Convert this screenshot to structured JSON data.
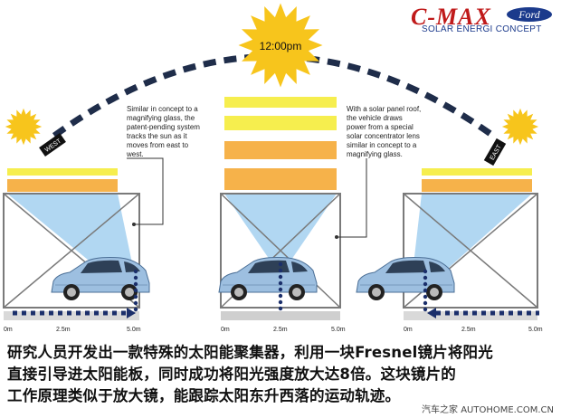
{
  "logo": {
    "title": "C-MAX",
    "brand": "Ford",
    "subtitle": "SOLAR ENERGI CONCEPT"
  },
  "sun_time": "12:00pm",
  "labels": {
    "west": "WEST",
    "east": "EAST"
  },
  "notes": [
    {
      "lines": [
        "Similar in concept to a",
        "magnifying glass, the",
        "patent-pending system",
        "tracks the sun as it",
        "moves from east to",
        "west."
      ]
    },
    {
      "lines": [
        "With a solar panel roof,",
        "the vehicle draws",
        "power from a special",
        "solar concentrator lens",
        "similar in concept to a",
        "magnifying glass."
      ]
    }
  ],
  "axis_ticks": [
    "0m",
    "2.5m",
    "5.0m"
  ],
  "caption_lines": [
    "研究人员开发出一款特殊的太阳能聚集器，利用一块Fresnel镜片将阳光",
    "直接引导进太阳能板，同时成功将阳光强度放大达8倍。这块镜片的",
    "工作原理类似于放大镜，能跟踪太阳东升西落的运动轨迹。"
  ],
  "footer": "汽车之家 AUTOHOME.COM.CN",
  "colors": {
    "arc": "#1f2d4a",
    "yellow": "#f6ee4e",
    "orange": "#f6b24a",
    "beam": "#a9d3f1",
    "frame": "#7a7a7a",
    "car_body": "#9dbfe0",
    "arrow": "#1b2f6b",
    "sun": "#f7c51c"
  }
}
